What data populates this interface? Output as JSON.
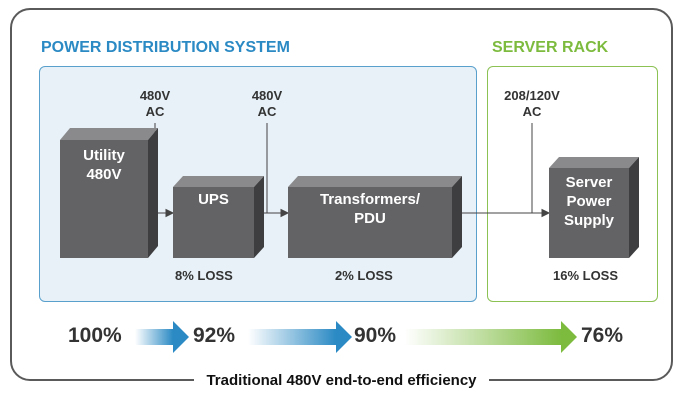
{
  "sections": {
    "power_distribution_title": "POWER DISTRIBUTION SYSTEM",
    "server_rack_title": "SERVER RACK"
  },
  "voltages": {
    "utility_out_line1": "480V",
    "utility_out_line2": "AC",
    "ups_out_line1": "480V",
    "ups_out_line2": "AC",
    "pdu_out_line1": "208/120V",
    "pdu_out_line2": "AC"
  },
  "blocks": {
    "utility_line1": "Utility",
    "utility_line2": "480V",
    "ups": "UPS",
    "pdu_line1": "Transformers/",
    "pdu_line2": "PDU",
    "psu_line1": "Server",
    "psu_line2": "Power",
    "psu_line3": "Supply"
  },
  "losses": {
    "ups": "8% LOSS",
    "pdu": "2% LOSS",
    "psu": "16% LOSS"
  },
  "efficiency": {
    "start": "100%",
    "after_ups": "92%",
    "after_pdu": "90%",
    "final": "76%"
  },
  "footer": "Traditional 480V end-to-end efficiency",
  "colors": {
    "block_front": "#636366",
    "block_top": "#8a8a8c",
    "block_side": "#3e3e40",
    "blue_accent": "#2b8ac4",
    "green_accent": "#7dbb3f"
  }
}
